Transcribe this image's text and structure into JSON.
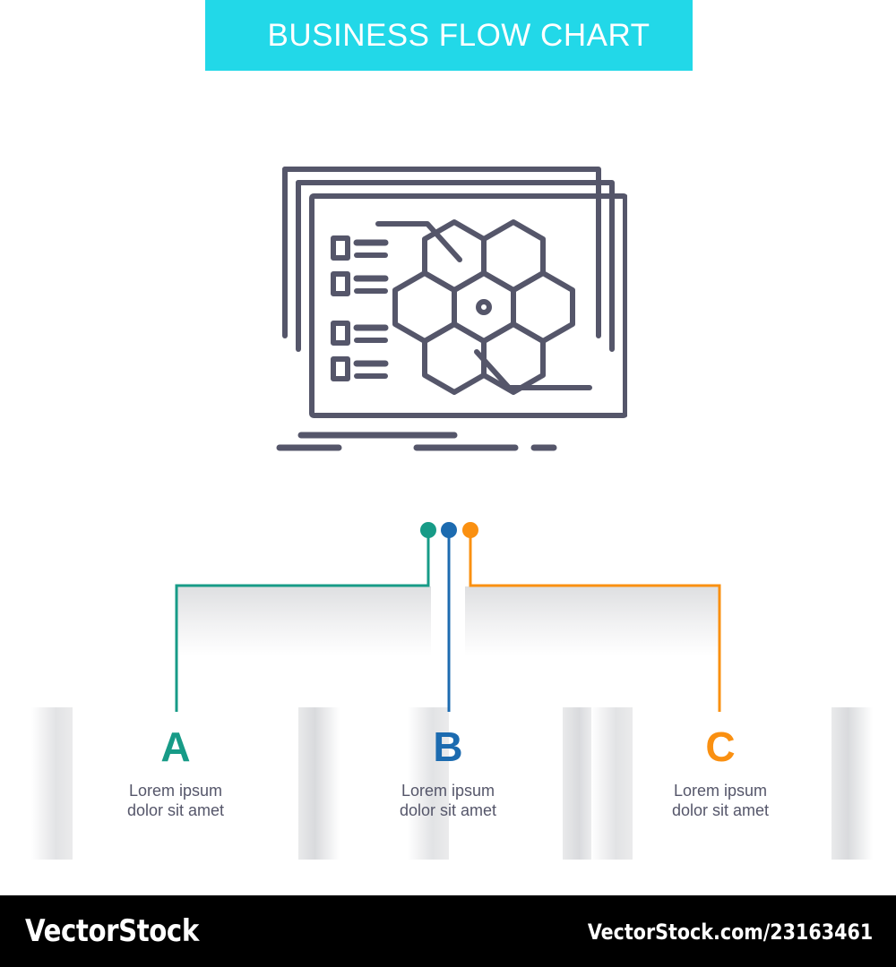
{
  "header": {
    "title": "BUSINESS FLOW CHART",
    "background_color": "#22d8e8",
    "text_color": "#ffffff"
  },
  "icon": {
    "name": "stacked-screens-hexagon-icon",
    "stroke_color": "#55566a",
    "parts": {
      "card_stack_count": 3,
      "list_items": 4,
      "hexagon_count": 7,
      "center_dot": true,
      "caption_dash_rows": 2
    }
  },
  "flow": {
    "connector_dots": [
      {
        "name": "dot-a",
        "color": "#179b87"
      },
      {
        "name": "dot-b",
        "color": "#1c6bb0"
      },
      {
        "name": "dot-c",
        "color": "#fa9011"
      }
    ],
    "columns": [
      {
        "letter": "A",
        "color": "#179b87",
        "description_line1": "Lorem ipsum",
        "description_line2": "dolor sit amet"
      },
      {
        "letter": "B",
        "color": "#1c6bb0",
        "description_line1": "Lorem ipsum",
        "description_line2": "dolor sit amet"
      },
      {
        "letter": "C",
        "color": "#fa9011",
        "description_line1": "Lorem ipsum",
        "description_line2": "dolor sit amet"
      }
    ]
  },
  "footer": {
    "brand": "VectorStock",
    "url": "VectorStock.com/23163461",
    "background_color": "#000000",
    "text_color": "#ffffff"
  }
}
